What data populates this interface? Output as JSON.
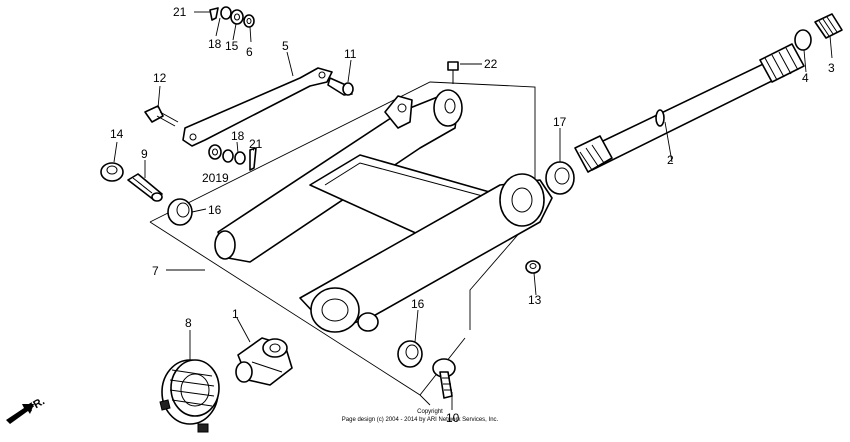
{
  "diagram": {
    "callouts": [
      {
        "id": "c21a",
        "text": "21"
      },
      {
        "id": "c18a",
        "text": "18"
      },
      {
        "id": "c15",
        "text": "15"
      },
      {
        "id": "c6",
        "text": "6"
      },
      {
        "id": "c5",
        "text": "5"
      },
      {
        "id": "c11",
        "text": "11"
      },
      {
        "id": "c22",
        "text": "22"
      },
      {
        "id": "c12",
        "text": "12"
      },
      {
        "id": "c14",
        "text": "14"
      },
      {
        "id": "c9",
        "text": "9"
      },
      {
        "id": "c18b",
        "text": "18"
      },
      {
        "id": "c21b",
        "text": "21"
      },
      {
        "id": "c2019",
        "text": "2019"
      },
      {
        "id": "c16a",
        "text": "16"
      },
      {
        "id": "c7",
        "text": "7"
      },
      {
        "id": "c17",
        "text": "17"
      },
      {
        "id": "c2",
        "text": "2"
      },
      {
        "id": "c4",
        "text": "4"
      },
      {
        "id": "c3",
        "text": "3"
      },
      {
        "id": "c13",
        "text": "13"
      },
      {
        "id": "c16b",
        "text": "16"
      },
      {
        "id": "c10",
        "text": "10"
      },
      {
        "id": "c8",
        "text": "8"
      },
      {
        "id": "c1",
        "text": "1"
      }
    ],
    "direction_label": "FR.",
    "copyright_line1": "Copyright",
    "copyright_line2": "Page design (c) 2004 - 2014 by ARI Network Services, Inc."
  }
}
